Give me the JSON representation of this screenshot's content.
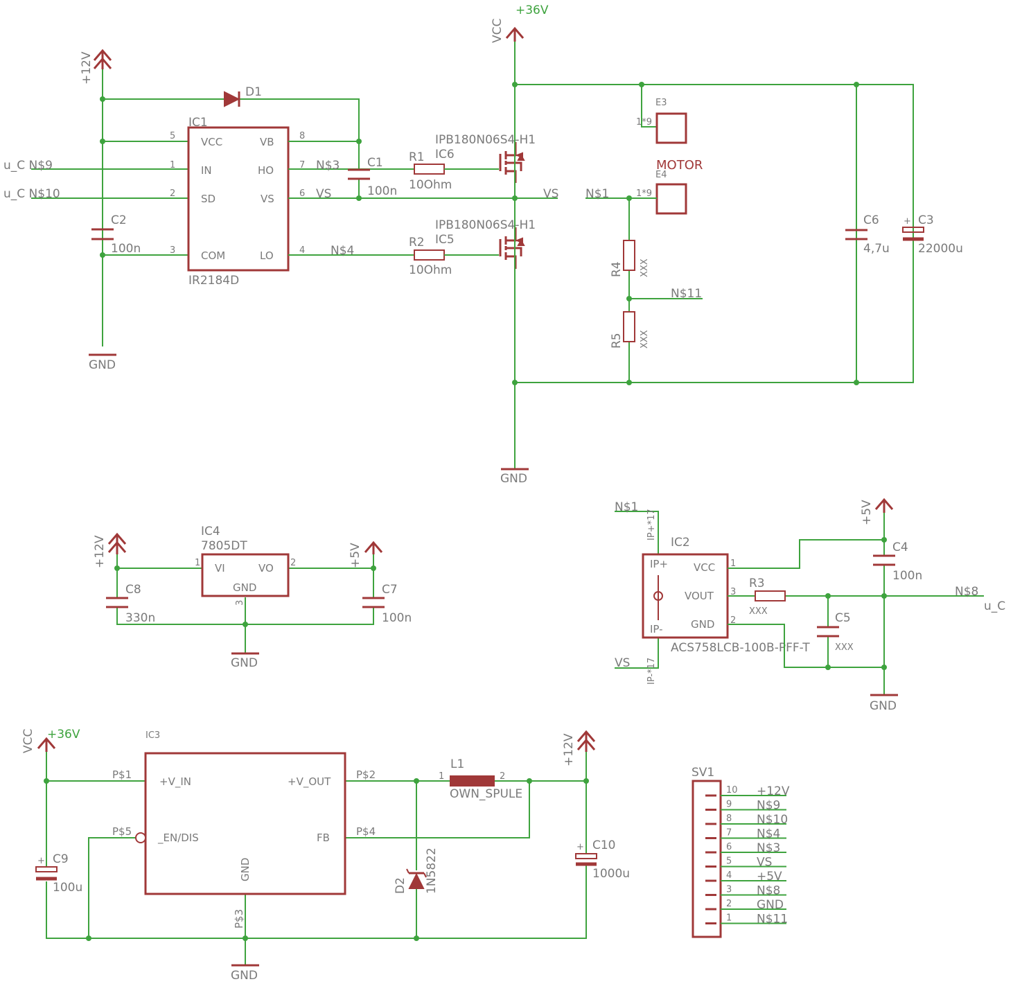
{
  "supply": {
    "plus36": "+36V",
    "vcc": "VCC",
    "plus12": "+12V",
    "plus5": "+5V",
    "gnd": "GND"
  },
  "ic1": {
    "name": "IC1",
    "value": "IR2184D",
    "pins_left": [
      {
        "num": "5",
        "label": "VCC"
      },
      {
        "num": "1",
        "label": "IN"
      },
      {
        "num": "2",
        "label": "SD"
      },
      {
        "num": "3",
        "label": "COM"
      }
    ],
    "pins_right": [
      {
        "num": "8",
        "label": "VB"
      },
      {
        "num": "7",
        "label": "HO"
      },
      {
        "num": "6",
        "label": "VS"
      },
      {
        "num": "4",
        "label": "LO"
      }
    ]
  },
  "d1": {
    "name": "D1"
  },
  "c1": {
    "name": "C1",
    "value": "100n"
  },
  "c2": {
    "name": "C2",
    "value": "100n"
  },
  "r1": {
    "name": "R1",
    "value": "10Ohm"
  },
  "r2": {
    "name": "R2",
    "value": "10Ohm"
  },
  "ic6": {
    "name": "IC6",
    "value": "IPB180N06S4-H1"
  },
  "ic5": {
    "name": "IC5",
    "value": "IPB180N06S4-H1"
  },
  "e3": {
    "name": "E3",
    "pin": "1*9"
  },
  "e4": {
    "name": "E4",
    "pin": "1*9",
    "title": "MOTOR"
  },
  "r4": {
    "name": "R4",
    "value": "XXX"
  },
  "r5": {
    "name": "R5",
    "value": "XXX"
  },
  "c6": {
    "name": "C6",
    "value": "4,7u"
  },
  "c3": {
    "name": "C3",
    "value": "22000u"
  },
  "ic4": {
    "name": "IC4",
    "value": "7805DT",
    "pin1": "1",
    "pin2": "2",
    "pin3": "3",
    "vi": "VI",
    "vo": "VO",
    "gnd": "GND"
  },
  "c8": {
    "name": "C8",
    "value": "330n"
  },
  "c7": {
    "name": "C7",
    "value": "100n"
  },
  "ic2": {
    "name": "IC2",
    "value": "ACS758LCB-100B-PFF-T",
    "ip_plus": "IP+",
    "ip_minus": "IP-",
    "vcc": "VCC",
    "vout": "VOUT",
    "gnd": "GND",
    "pin_ipp": "IP+*17",
    "pin_ipm": "IP-*17",
    "pin1": "1",
    "pin3": "3",
    "pin2": "2"
  },
  "r3": {
    "name": "R3",
    "value": "XXX"
  },
  "c4": {
    "name": "C4",
    "value": "100n"
  },
  "c5": {
    "name": "C5",
    "value": "XXX"
  },
  "ic3": {
    "name": "IC3",
    "vin": "+V_IN",
    "vout": "+V_OUT",
    "en": "_EN/DIS",
    "fb": "FB",
    "gnd": "GND",
    "p1": "P$1",
    "p2": "P$2",
    "p3": "P$3",
    "p4": "P$4",
    "p5": "P$5"
  },
  "l1": {
    "name": "L1",
    "value": "OWN_SPULE",
    "pin1": "1",
    "pin2": "2"
  },
  "d2": {
    "name": "D2",
    "value": "1N5822"
  },
  "c9": {
    "name": "C9",
    "value": "100u"
  },
  "c10": {
    "name": "C10",
    "value": "1000u"
  },
  "sv1": {
    "name": "SV1",
    "pins": [
      {
        "num": "10",
        "net": "+12V"
      },
      {
        "num": "9",
        "net": "N$9"
      },
      {
        "num": "8",
        "net": "N$10"
      },
      {
        "num": "7",
        "net": "N$4"
      },
      {
        "num": "6",
        "net": "N$3"
      },
      {
        "num": "5",
        "net": "VS"
      },
      {
        "num": "4",
        "net": "+5V"
      },
      {
        "num": "3",
        "net": "N$8"
      },
      {
        "num": "2",
        "net": "GND"
      },
      {
        "num": "1",
        "net": "N$11"
      }
    ]
  },
  "nets": {
    "uc_n9": "u_C N$9",
    "uc_n10": "u_C N$10",
    "n3": "N$3",
    "vs": "VS",
    "n4": "N$4",
    "n1": "N$1",
    "n11": "N$11",
    "n8": "N$8",
    "uc": "u_C"
  }
}
